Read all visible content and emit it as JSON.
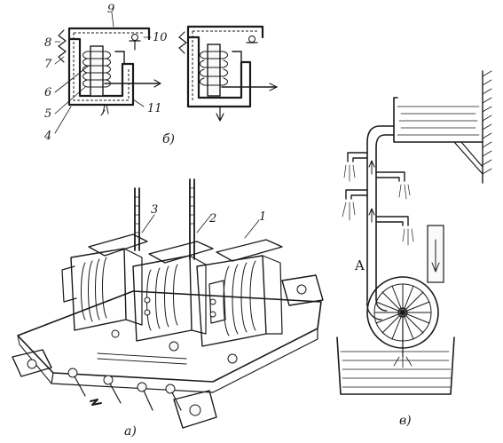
{
  "figure_b": {
    "caption": "б)",
    "labels": [
      "9",
      "10",
      "8",
      "7",
      "6",
      "5",
      "4",
      "11"
    ]
  },
  "figure_a": {
    "caption": "а)",
    "labels": [
      "3",
      "2",
      "1"
    ]
  },
  "figure_c": {
    "caption": "в)",
    "labels": [
      "A"
    ]
  }
}
